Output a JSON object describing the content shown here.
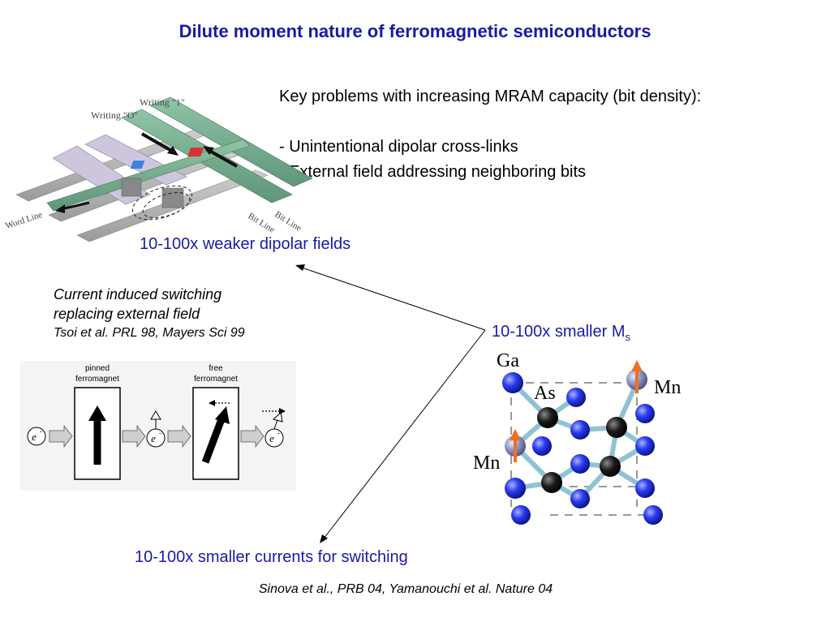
{
  "slide": {
    "title": "Dilute moment nature of ferromagnetic semiconductors",
    "problems_heading": "Key problems with increasing MRAM capacity (bit density):",
    "problems": [
      "- Unintentional dipolar cross-links",
      "- External field addressing neighboring bits"
    ],
    "dipolar_fields": "10-100x weaker dipolar fields",
    "current_switching": {
      "line1": "Current induced switching",
      "line2": "replacing external field",
      "ref": "Tsoi et al. PRL 98, Mayers Sci 99"
    },
    "smaller_ms": {
      "text": "10-100x smaller M",
      "sub": "s"
    },
    "smaller_currents": "10-100x smaller currents for switching",
    "citation": "Sinova et al., PRB 04, Yamanouchi et al. Nature 04"
  },
  "mram_figure": {
    "writing_1": "Writing \"1\"",
    "writing_0": "Writing \"O\"",
    "word_line": "Word Line",
    "bit_line": "Bit Line"
  },
  "spin_figure": {
    "pinned_line1": "pinned",
    "pinned_line2": "ferromagnet",
    "free_line1": "free",
    "free_line2": "ferromagnet",
    "electron": "e",
    "electron_sup": "-"
  },
  "crystal_figure": {
    "ga": "Ga",
    "as": "As",
    "mn_right": "Mn",
    "mn_left": "Mn"
  },
  "colors": {
    "title": "#1a1aa8",
    "text_blue": "#1a1aa8",
    "green_line": "#6fa88a",
    "lavender_line": "#c9c3d9",
    "ga_atom": "#1c2fd6",
    "as_atom": "#111111",
    "mn_atom": "#9aa0c8",
    "spin_arrow": "#f07020",
    "bond": "#8ec3d6"
  },
  "icons": [
    "mram-array-icon",
    "spin-valve-icon",
    "gamnas-lattice-icon",
    "arrow-icon"
  ]
}
